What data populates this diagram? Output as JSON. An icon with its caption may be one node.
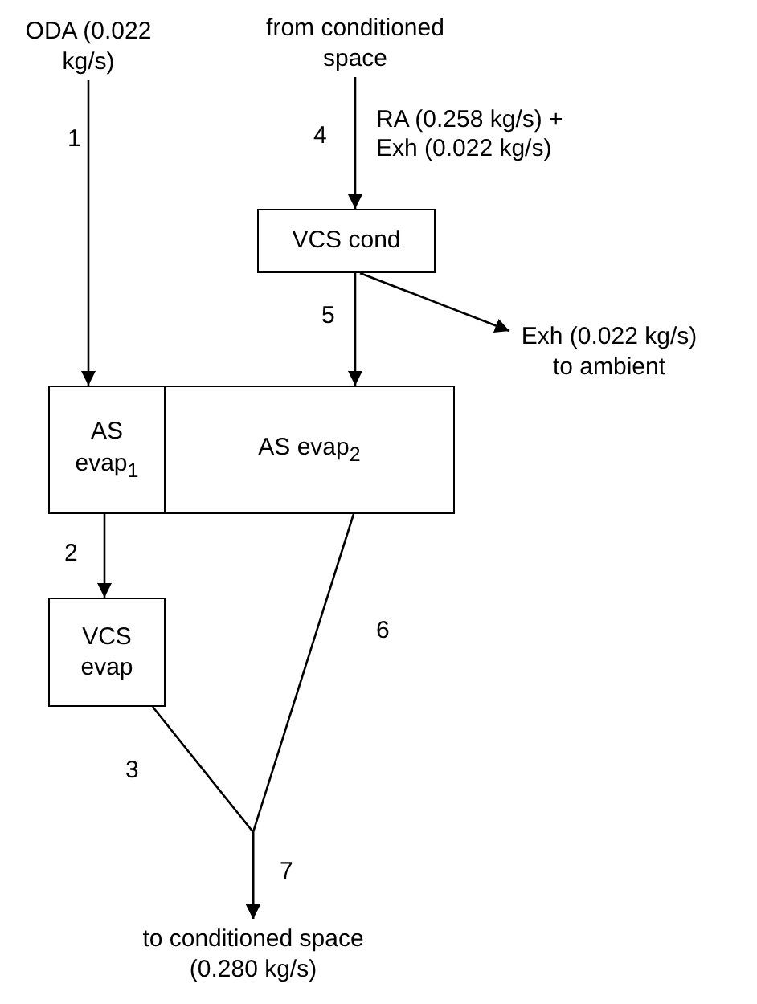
{
  "diagram": {
    "nodes": [
      {
        "text": [
          "ODA (0.022 kg/s)"
        ]
      },
      {
        "text": [
          "from conditioned space"
        ]
      },
      {
        "text": [
          "VCS cond"
        ]
      },
      {
        "text": [
          "Exh (0.022 kg/s) to ambient"
        ]
      },
      {
        "text": [
          "AS evap$_{1}$"
        ]
      },
      {
        "text": [
          "AS evap$_{2}$"
        ]
      },
      {
        "text": [
          "VCS evap"
        ]
      },
      {
        "text": [
          "to conditioned space (0.280 kg/s)"
        ]
      }
    ],
    "edges": [
      {
        "from": 0,
        "to": 4,
        "arrow": "to",
        "label": "1"
      },
      {
        "from": 1,
        "to": 2,
        "arrow": "to",
        "label": "4"
      },
      {
        "from": 2,
        "to": 5,
        "arrow": "to",
        "label": "5"
      },
      {
        "from": 2,
        "to": 3,
        "arrow": "to"
      },
      {
        "from": 4,
        "to": 6,
        "arrow": "to",
        "label": "2"
      },
      {
        "from": 6,
        "to": 7,
        "arrow": "to",
        "label": "3"
      },
      {
        "from": 5,
        "to": 7,
        "arrow": "to",
        "label": "6"
      }
    ],
    "labels": [
      "RA (0.258 kg/s) + Exh (0.022 kg/s)",
      "7"
    ]
  }
}
